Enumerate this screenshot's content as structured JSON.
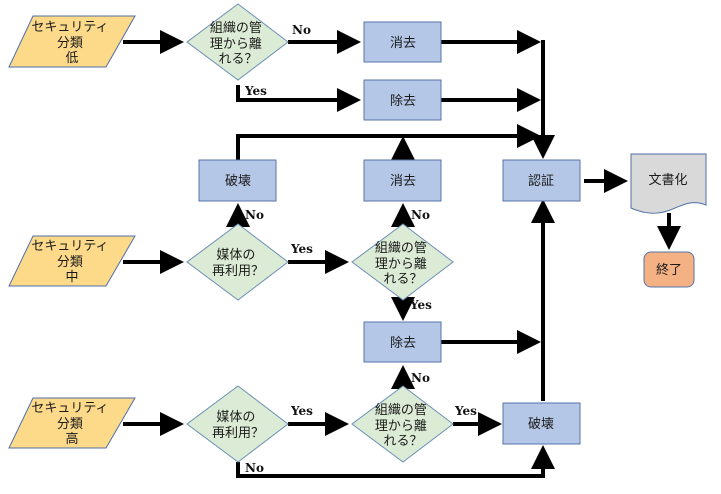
{
  "colors": {
    "input_fill": "#fdd98a",
    "input_stroke": "#4f6fa8",
    "decision_fill": "#dcebd5",
    "decision_stroke": "#6a8fb5",
    "process_fill": "#b4c7e7",
    "process_stroke": "#5673a8",
    "document_fill": "#d9d9d9",
    "document_stroke": "#4f6fa8",
    "end_fill": "#f4b183",
    "end_stroke": "#5673a8",
    "arrow": "#000000"
  },
  "nodes": {
    "input_low": {
      "type": "input",
      "lines": [
        "セキュリティ",
        "分類",
        "低"
      ]
    },
    "input_mid": {
      "type": "input",
      "lines": [
        "セキュリティ",
        "分類",
        "中"
      ]
    },
    "input_high": {
      "type": "input",
      "lines": [
        "セキュリティ",
        "分類",
        "高"
      ]
    },
    "dec_leave_low": {
      "type": "decision",
      "lines": [
        "組織の管",
        "理から離",
        "れる？"
      ]
    },
    "dec_reuse_mid": {
      "type": "decision",
      "lines": [
        "媒体の",
        "再利用？"
      ]
    },
    "dec_leave_mid": {
      "type": "decision",
      "lines": [
        "組織の管",
        "理から離",
        "れる？"
      ]
    },
    "dec_reuse_high": {
      "type": "decision",
      "lines": [
        "媒体の",
        "再利用？"
      ]
    },
    "dec_leave_high": {
      "type": "decision",
      "lines": [
        "組織の管",
        "理から離",
        "れる？"
      ]
    },
    "proc_clear_low": {
      "type": "process",
      "lines": [
        "消去"
      ]
    },
    "proc_purge_low": {
      "type": "process",
      "lines": [
        "除去"
      ]
    },
    "proc_destroy_mid": {
      "type": "process",
      "lines": [
        "破壊"
      ]
    },
    "proc_clear_mid": {
      "type": "process",
      "lines": [
        "消去"
      ]
    },
    "proc_purge_mid": {
      "type": "process",
      "lines": [
        "除去"
      ]
    },
    "proc_destroy_high": {
      "type": "process",
      "lines": [
        "破壊"
      ]
    },
    "proc_verify": {
      "type": "process",
      "lines": [
        "認証"
      ]
    },
    "doc_document": {
      "type": "document",
      "lines": [
        "文書化"
      ]
    },
    "end": {
      "type": "terminal",
      "lines": [
        "終了"
      ]
    }
  },
  "edge_labels": {
    "low_no": "No",
    "low_yes": "Yes",
    "mid_reuse_no": "No",
    "mid_reuse_yes": "Yes",
    "mid_leave_no": "No",
    "mid_leave_yes": "Yes",
    "high_reuse_yes": "Yes",
    "high_reuse_no": "No",
    "high_leave_no": "No",
    "high_leave_yes": "Yes"
  }
}
